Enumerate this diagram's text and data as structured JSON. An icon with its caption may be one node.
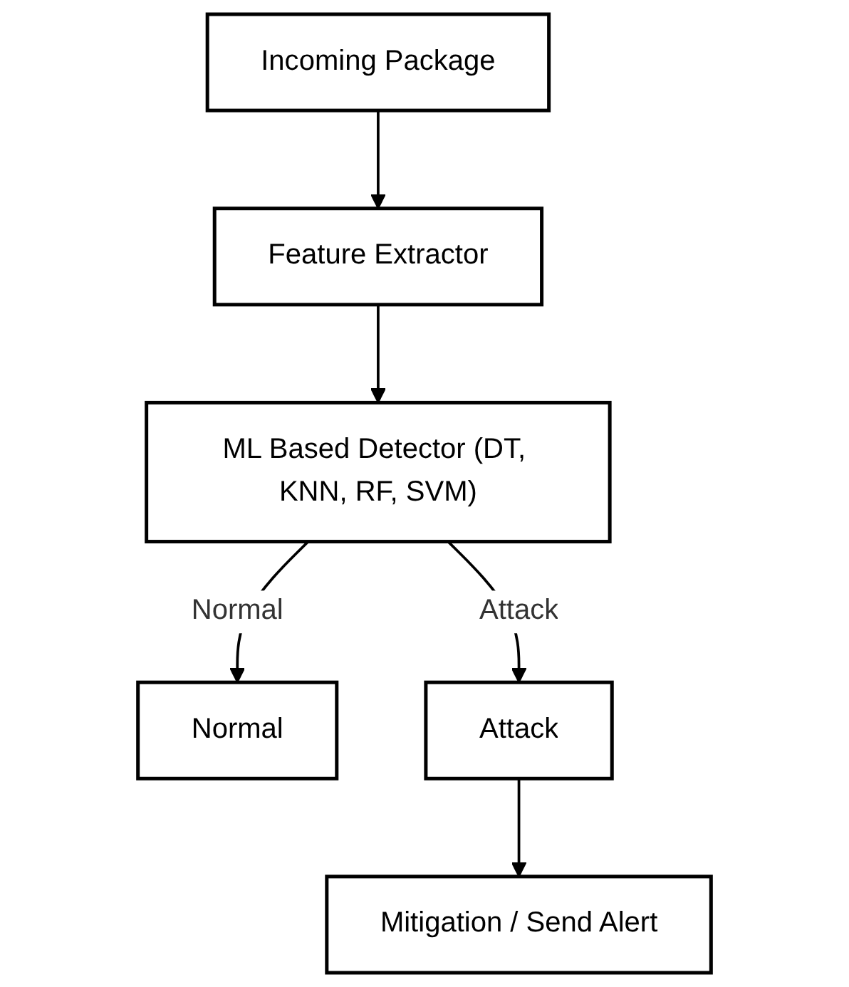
{
  "diagram": {
    "nodes": [
      {
        "text": [
          "Incoming Package"
        ]
      },
      {
        "text": [
          "Feature Extractor"
        ]
      },
      {
        "text": [
          "ML Based Detector (DT, KNN, RF, SVM)"
        ]
      },
      {
        "text": [
          "Normal"
        ]
      },
      {
        "text": [
          "Attack"
        ]
      },
      {
        "text": [
          "Mitigation / Send Alert"
        ]
      }
    ],
    "edges": [
      {
        "from": 0,
        "to": 1,
        "arrow": "to"
      },
      {
        "from": 1,
        "to": 2,
        "arrow": "to"
      },
      {
        "from": 2,
        "to": 3,
        "arrow": "to",
        "label": "Normal"
      },
      {
        "from": 2,
        "to": 4,
        "arrow": "to",
        "label": "Attack"
      },
      {
        "from": 4,
        "to": 5,
        "arrow": "to"
      }
    ]
  }
}
